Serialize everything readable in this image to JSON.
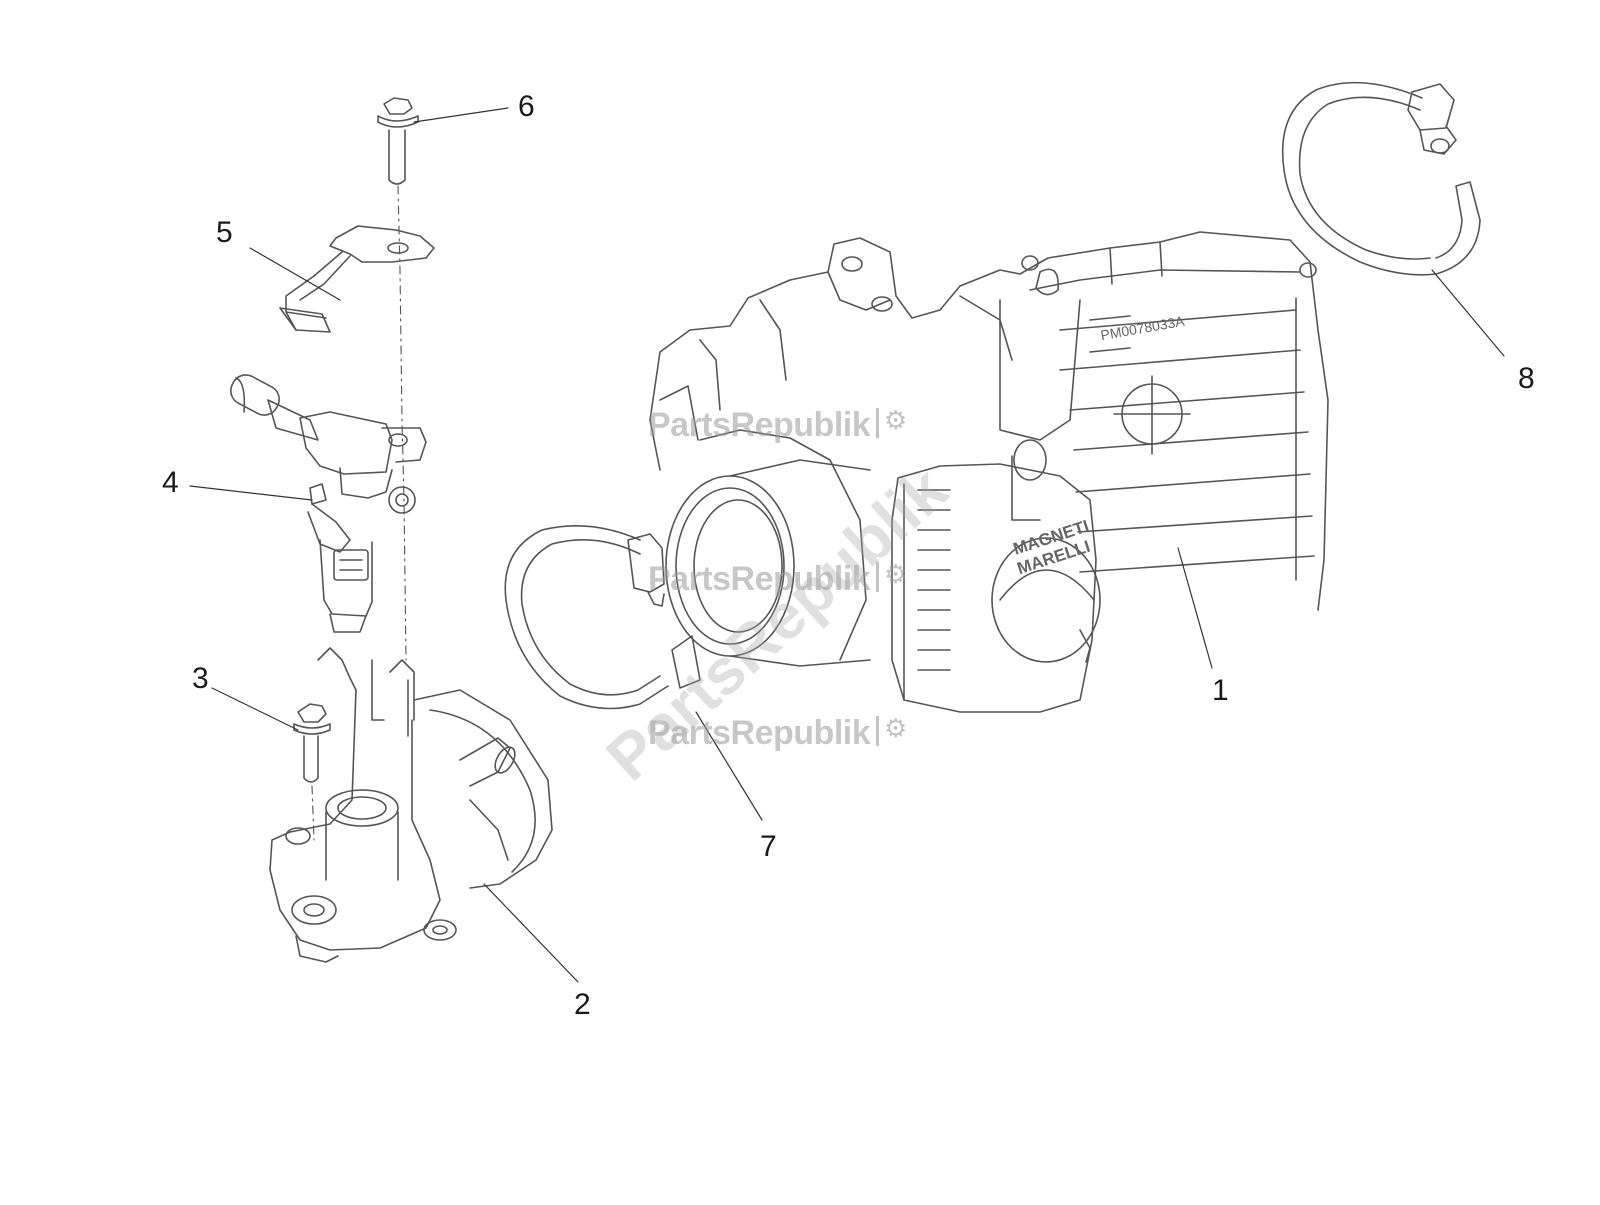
{
  "diagram": {
    "callouts": [
      "1",
      "2",
      "3",
      "4",
      "5",
      "6",
      "7",
      "8"
    ],
    "watermark": "PartsRepublik",
    "gear_icon": "gear-icon",
    "part_markings": {
      "brand_line1": "MAGNETI",
      "brand_line2": "MARELLI",
      "part_code": "PM0078033A"
    },
    "line_color": "#555555"
  }
}
